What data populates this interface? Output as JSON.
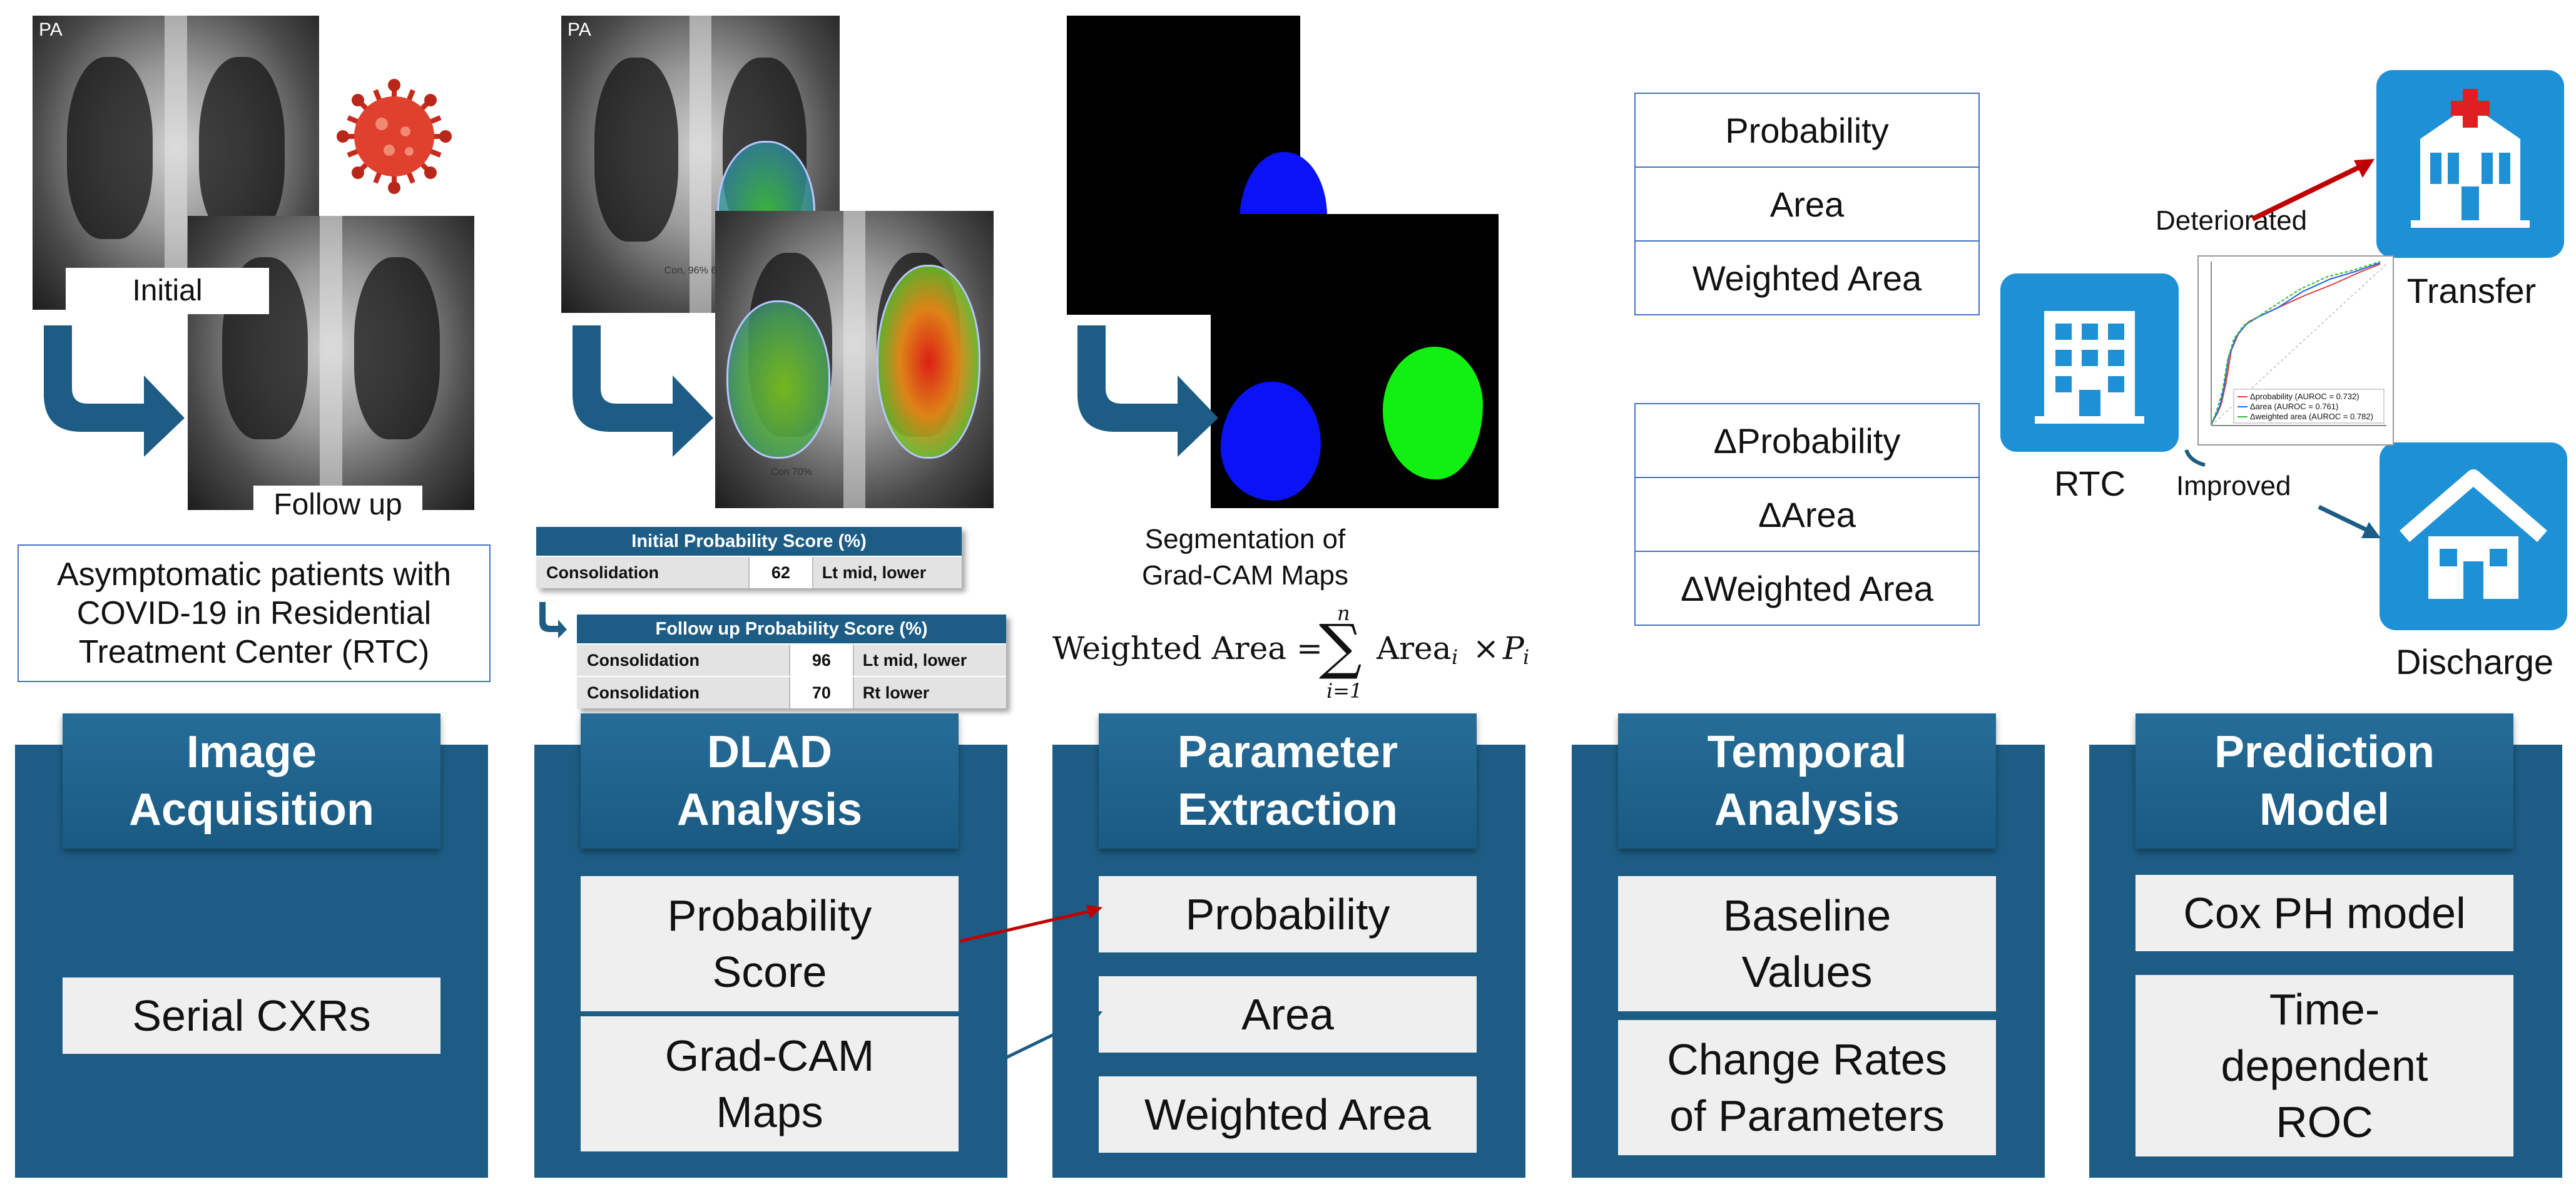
{
  "acquisition": {
    "pa_label": "PA",
    "initial_label": "Initial",
    "followup_label": "Follow up",
    "description": "Asymptomatic patients with\nCOVID-19 in Residential\nTreatment Center (RTC)"
  },
  "dlad": {
    "pa_label": "PA",
    "annot_initial": "Con, 96% 62%",
    "annot_followup": "Con 70%",
    "initial_table": {
      "title": "Initial Probability Score (%)",
      "rows": [
        {
          "finding": "Consolidation",
          "score": "62",
          "location": "Lt mid, lower"
        }
      ]
    },
    "followup_table": {
      "title": "Follow up Probability Score (%)",
      "rows": [
        {
          "finding": "Consolidation",
          "score": "96",
          "location": "Lt mid, lower"
        },
        {
          "finding": "Consolidation",
          "score": "70",
          "location": "Rt lower"
        }
      ]
    }
  },
  "segmentation": {
    "caption": "Segmentation of\nGrad-CAM Maps",
    "formula_lhs": "Weighted Area =",
    "formula_upper": "n",
    "formula_lower": "i=1",
    "formula_term": "Area",
    "formula_sub_i": "i",
    "formula_times": "×",
    "formula_p": "P",
    "colors": {
      "blue": "#0a13f5",
      "green": "#12f012",
      "background": "#000000"
    }
  },
  "parameters": {
    "baseline": [
      "Probability",
      "Area",
      "Weighted Area"
    ],
    "delta": [
      "ΔProbability",
      "ΔArea",
      "ΔWeighted Area"
    ]
  },
  "outcome": {
    "rtc_label": "RTC",
    "deteriorated_label": "Deteriorated",
    "improved_label": "Improved",
    "transfer_label": "Transfer",
    "discharge_label": "Discharge",
    "roc_legend": [
      "Δprobability (AUROC = 0.732)",
      "Δarea (AUROC = 0.761)",
      "Δweighted area (AUROC = 0.782)"
    ],
    "colors": {
      "tile": "#1e90d6",
      "deteriorated_arrow": "#c00000",
      "improved_arrow": "#1d5d85"
    }
  },
  "pipeline": {
    "colors": {
      "panel": "#1d5d85",
      "box": "#efefef"
    },
    "steps": [
      {
        "title": "Image\nAcquisition",
        "boxes": [
          "Serial CXRs"
        ]
      },
      {
        "title": "DLAD\nAnalysis",
        "boxes": [
          "Probability\nScore",
          "Grad-CAM\nMaps"
        ]
      },
      {
        "title": "Parameter\nExtraction",
        "boxes": [
          "Probability",
          "Area",
          "Weighted Area"
        ]
      },
      {
        "title": "Temporal\nAnalysis",
        "boxes": [
          "Baseline\nValues",
          "Change Rates\nof Parameters"
        ]
      },
      {
        "title": "Prediction\nModel",
        "boxes": [
          "Cox PH model",
          "Time-\ndependent\nROC"
        ]
      }
    ]
  }
}
